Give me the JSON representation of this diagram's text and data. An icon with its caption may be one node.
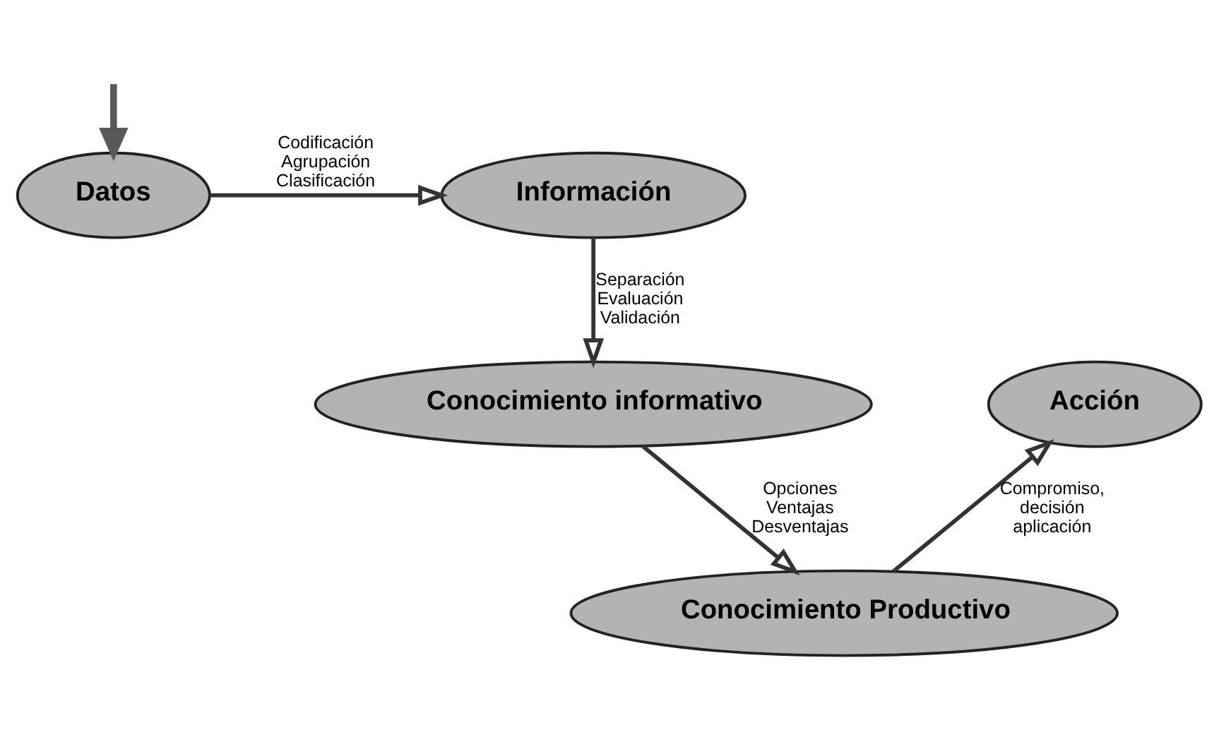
{
  "diagram": {
    "nodes": [
      {
        "text": [
          "Datos"
        ]
      },
      {
        "text": [
          "Información"
        ]
      },
      {
        "text": [
          "Conocimiento informativo"
        ]
      },
      {
        "text": [
          "Conocimiento Productivo"
        ]
      },
      {
        "text": [
          "Acción"
        ]
      }
    ],
    "edges": [
      {
        "from": null,
        "to": 0,
        "arrow": "to",
        "color": "#595959"
      },
      {
        "from": 0,
        "to": 1,
        "arrow": "to",
        "label": "Codificación Agrupación Clasificación"
      },
      {
        "from": 1,
        "to": 2,
        "arrow": "to",
        "label": "Separación Evaluación Validación"
      },
      {
        "from": 2,
        "to": 3,
        "arrow": "to",
        "label": "Opciones Ventajas Desventajas"
      },
      {
        "from": 3,
        "to": 4,
        "arrow": "to",
        "label": "Compromiso, decisión aplicación"
      }
    ]
  }
}
